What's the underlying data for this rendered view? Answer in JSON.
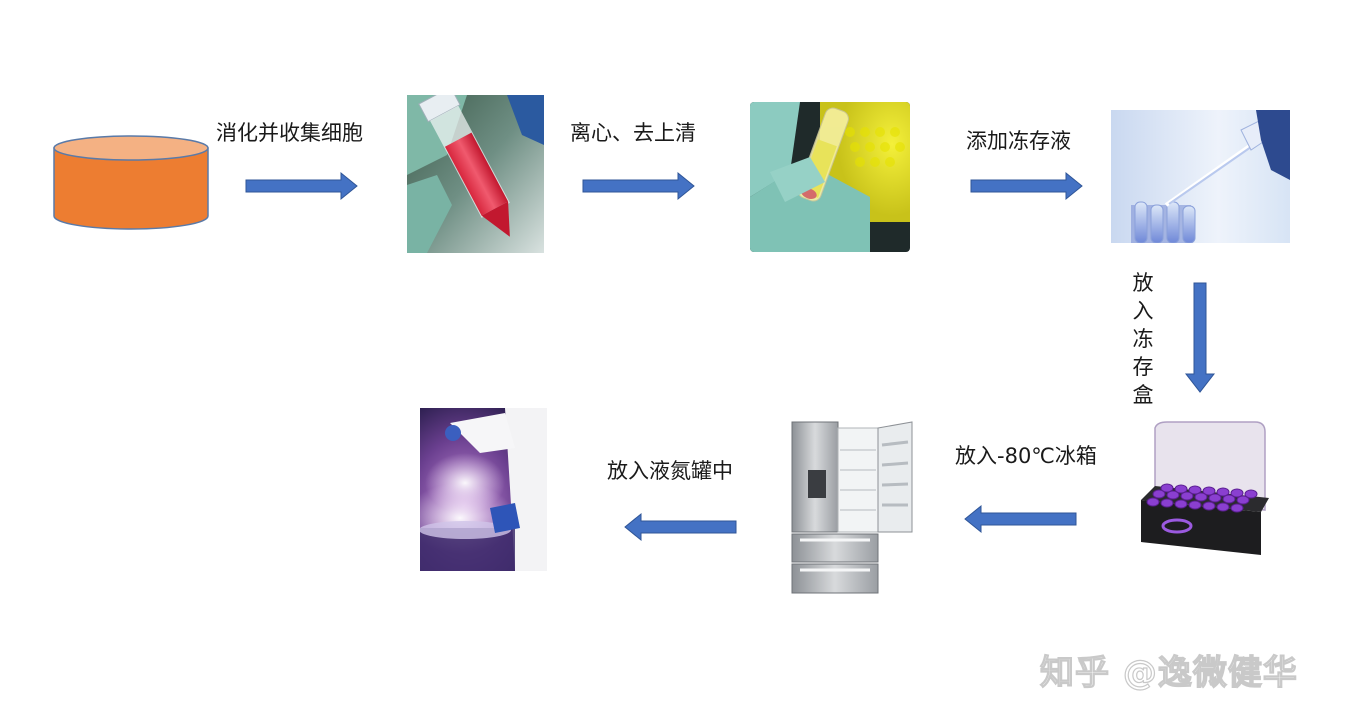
{
  "steps": {
    "digest_collect": "消化并收集细胞",
    "centrifuge": "离心、去上清",
    "add_medium": "添加冻存液",
    "freeze_box": "放入冻存盒",
    "freezer": "放入-80℃冰箱",
    "liquid_nitrogen": "放入液氮罐中"
  },
  "watermark": "知乎 @逸微健华",
  "colors": {
    "arrow": "#4472c4",
    "dish_fill": "#ed7d31",
    "dish_top": "#f4b183"
  }
}
